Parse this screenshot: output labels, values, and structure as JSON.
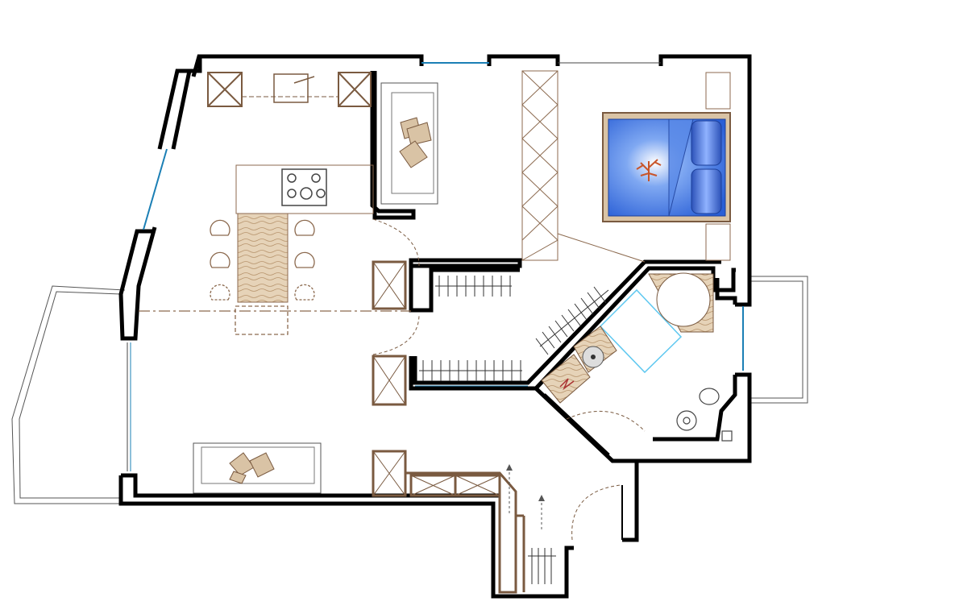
{
  "floor_plan": {
    "rooms": [
      "kitchen",
      "dining",
      "living",
      "bedroom",
      "walk-in-closet",
      "bathroom",
      "entry",
      "balcony-west",
      "balcony-east"
    ],
    "furniture": [
      "sofa-north",
      "sofa-south",
      "bed",
      "dining-table",
      "dining-chairs",
      "cooktop",
      "kitchen-sink",
      "bathtub",
      "washbasin",
      "toilet",
      "bidet",
      "wardrobe-hangers"
    ],
    "colors": {
      "wall": "#000000",
      "wood": "#7a5a40",
      "wood_light": "#d9c3a5",
      "glass": "#1b7fb5",
      "bed_blue": "#3f7ce8",
      "tile": "#5fc8f0",
      "thin_line": "#8c6a4f"
    }
  }
}
